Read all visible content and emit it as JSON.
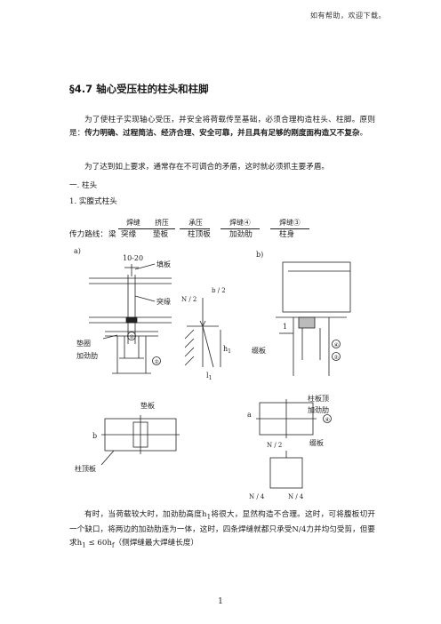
{
  "header_note": "如有帮助，欢迎下载。",
  "section_title": "§4.7  轴心受压柱的柱头和柱脚",
  "intro": {
    "p1_lead": "为了使柱子实现轴心受压，并安全将荷载传至基础，必须合理构造柱头、柱脚。原则是：",
    "p1_bold": "传力明确、过程简洁、经济合理、安全可靠，并且具有足够的刚度面构造又不复杂",
    "p1_tail": "。",
    "p2": "为了达到如上要求，通常存在不可调合的矛盾，这时就必须抓主要矛盾。"
  },
  "heading_1": "一. 柱头",
  "heading_2": "1. 实腹式柱头",
  "transfer_path": {
    "label": "传力路线：",
    "nodes": [
      "梁",
      "突缘",
      "垫板",
      "柱顶板",
      "加劲肋",
      "柱身"
    ],
    "links": [
      "焊缝",
      "挤压",
      "承压",
      "焊缝④",
      "焊缝③"
    ]
  },
  "figure": {
    "label_a": "a)",
    "label_b": "b)",
    "dim_top": "10-20",
    "filler_plate": "填板",
    "flange": "突缘",
    "washer": "垫圈",
    "stiffener": "加劲肋",
    "n_half": "N / 2",
    "b_half": "b / 2",
    "h1": "h",
    "h1_sub": "1",
    "l1": "l",
    "l1_sub": "1",
    "circle_1": "①",
    "circle_2": "②",
    "circle_3": "③",
    "circle_4": "④",
    "pad_plate": "垫板",
    "cap_plate_left": "柱顶板",
    "b_dim": "b",
    "batten": "缀板",
    "cap_stiffener_1": "柱板顶",
    "cap_stiffener_2": "加劲肋",
    "a_dim": "a",
    "batten_2": "缀板",
    "n_half_2": "N / 2",
    "n_quarter_left": "N / 4",
    "n_quarter_right": "N / 4"
  },
  "closing": {
    "p1": "有时，当荷载较大时，加劲肋高度h",
    "p1_sub": "1",
    "p1_rest": "将很大，显然构造不合理。这时，可将腹板切开一个缺口，将两边的加劲肋连为一体，这时，四条焊缝就都只承受N/4力并均匀受剪，但要求",
    "cond": "h",
    "cond_sub1": "1",
    "cond_mid": " ≤ 60h",
    "cond_sub2": "f",
    "cond_note": "（侧焊缝最大焊缝长度）"
  },
  "page_number": "1"
}
